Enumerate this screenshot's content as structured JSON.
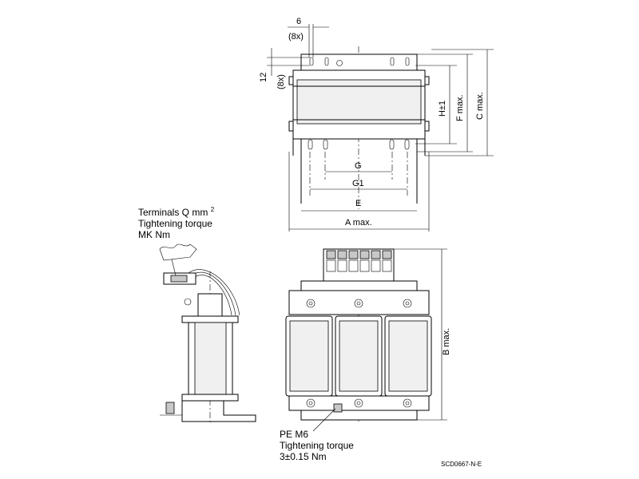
{
  "dimensions": {
    "six": "6",
    "eight_x_top": "(8x)",
    "twelve": "12",
    "eight_x_side": "(8x)",
    "h_pm1": "H±1",
    "f_max": "F max.",
    "c_max": "C max.",
    "g": "G",
    "g1": "G1",
    "e": "E",
    "a_max": "A max.",
    "b_max": "B max."
  },
  "annotations": {
    "terminals": "Terminals Q mm",
    "terminals_sup": "2",
    "tightening_torque_1": "Tightening torque",
    "mk_nm": "MK Nm",
    "pe_m6": "PE M6",
    "tightening_torque_2": "Tightening torque",
    "torque_value": "3±0.15 Nm",
    "drawing_code": "SCD0667-N-E"
  }
}
